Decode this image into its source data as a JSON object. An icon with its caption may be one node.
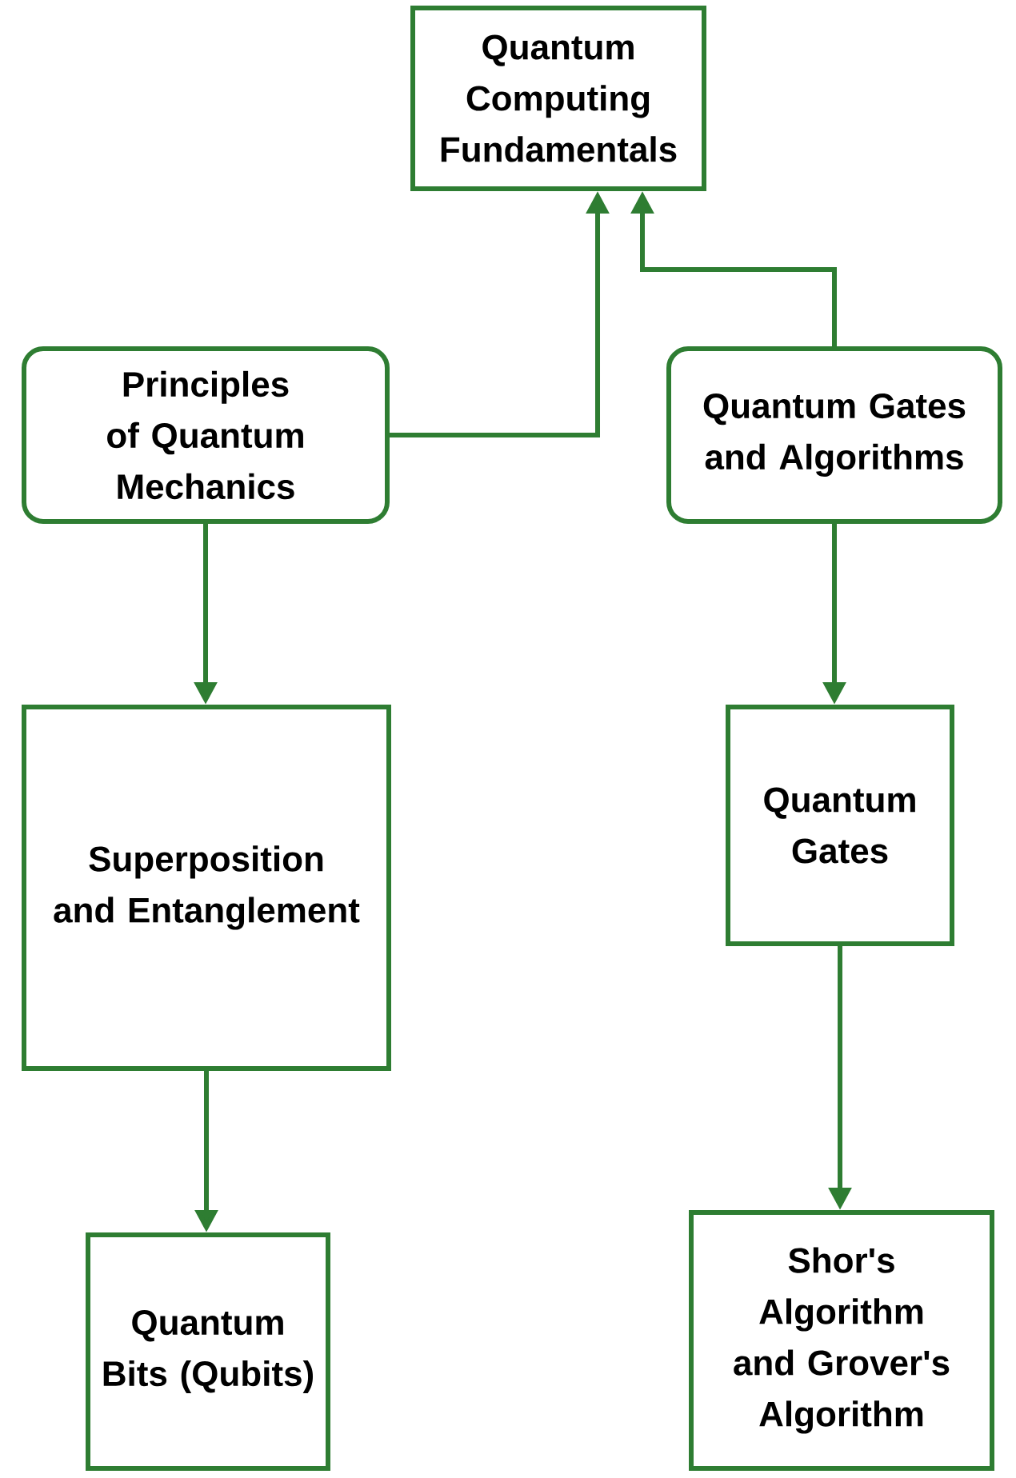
{
  "diagram": {
    "nodes": [
      {
        "text": [
          "Quantum Computing Fundamentals"
        ]
      },
      {
        "text": [
          "Principles of Quantum Mechanics"
        ]
      },
      {
        "text": [
          "Quantum Gates and Algorithms"
        ]
      },
      {
        "text": [
          "Superposition and Entanglement"
        ]
      },
      {
        "text": [
          "Quantum Gates"
        ]
      },
      {
        "text": [
          "Quantum Bits (Qubits)"
        ]
      },
      {
        "text": [
          "Shor's Algorithm and Grover's Algorithm"
        ]
      }
    ],
    "edges": [
      {
        "from": 1,
        "to": 0,
        "arrow": "to"
      },
      {
        "from": 2,
        "to": 0,
        "arrow": "to"
      },
      {
        "from": 1,
        "to": 3,
        "arrow": "to"
      },
      {
        "from": 3,
        "to": 5,
        "arrow": "to"
      },
      {
        "from": 2,
        "to": 4,
        "arrow": "to"
      },
      {
        "from": 4,
        "to": 6,
        "arrow": "to"
      }
    ]
  }
}
